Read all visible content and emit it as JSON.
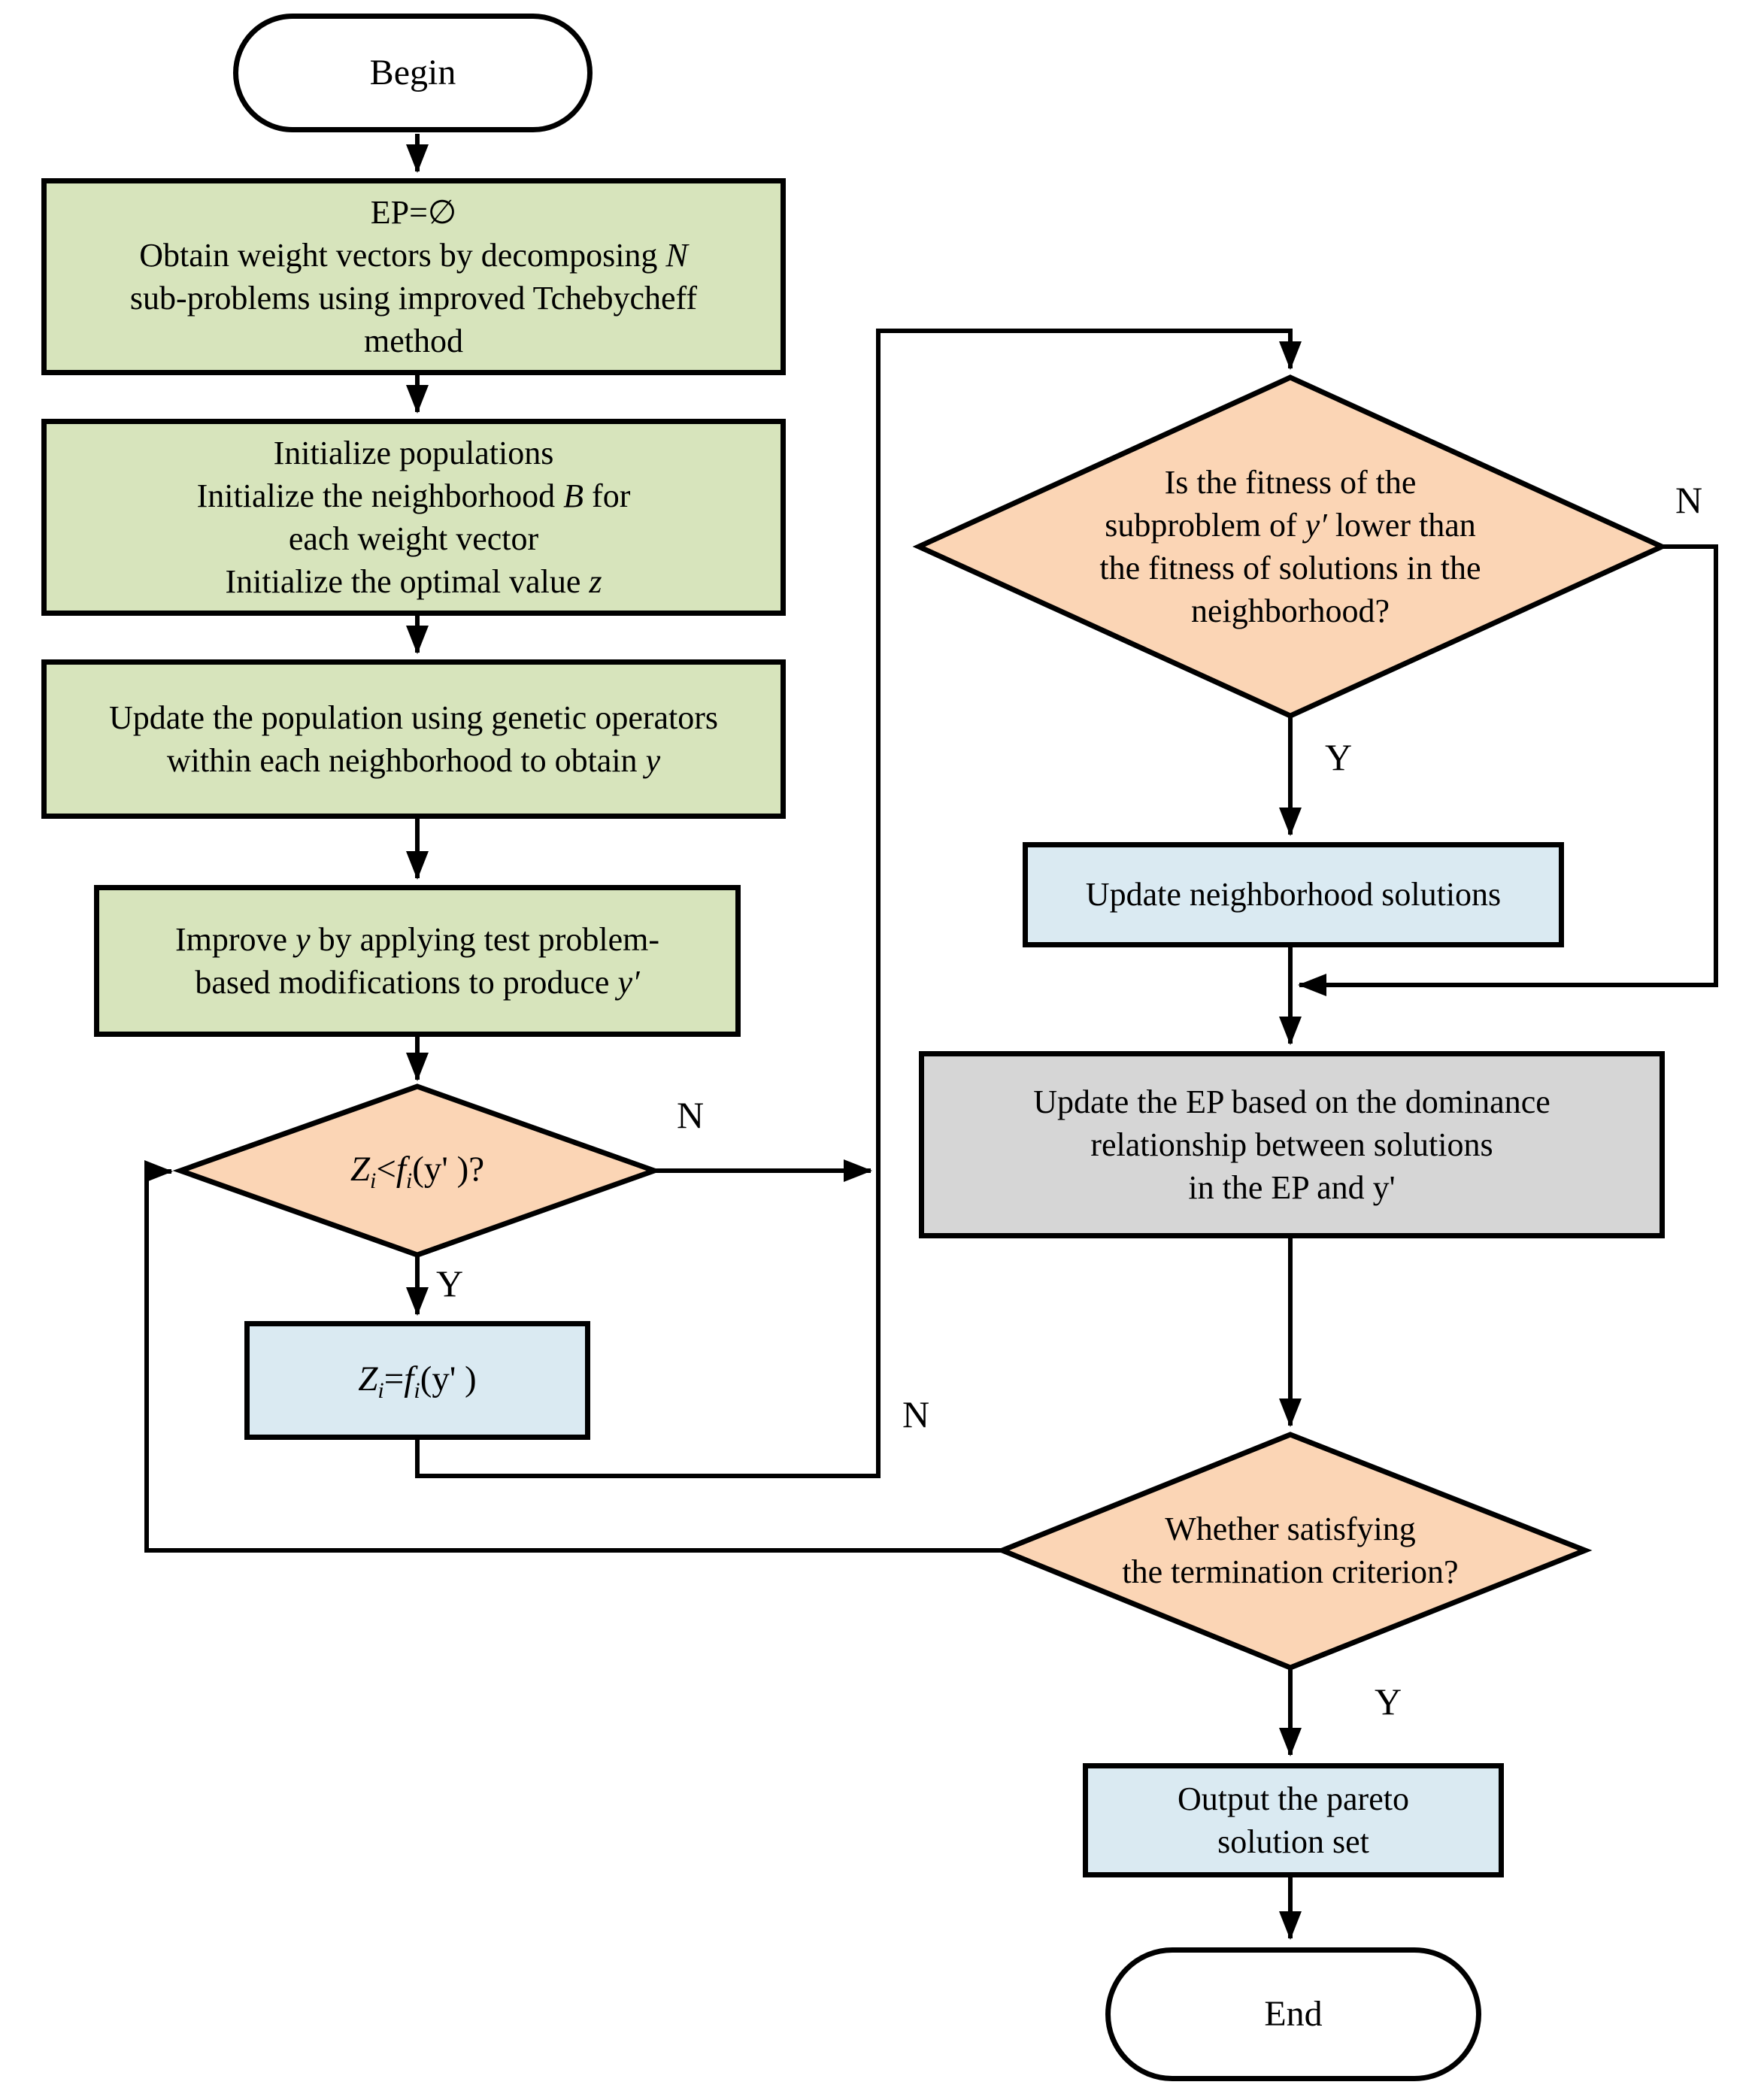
{
  "colors": {
    "process_fill": "#d7e4bc",
    "decision_fill": "#fbd5b5",
    "io_fill": "#daeaf2",
    "ep_fill": "#d6d6d6",
    "stroke": "#000000",
    "background": "#ffffff"
  },
  "nodes": {
    "begin": {
      "label": "Begin"
    },
    "init_ep": {
      "l1": "EP=∅",
      "l2_pre": "Obtain weight vectors by decomposing ",
      "l2_it": "N",
      "l3": "sub-problems using improved Tchebycheff",
      "l4": "method"
    },
    "init_pop": {
      "l1": "Initialize populations",
      "l2_pre": "Initialize the neighborhood ",
      "l2_it": "B",
      "l2_post": " for",
      "l3": "each weight vector",
      "l4_pre": "Initialize the optimal value ",
      "l4_it": "z"
    },
    "update_pop": {
      "l1": "Update the population using genetic operators",
      "l2_pre": "within each neighborhood to obtain ",
      "l2_it": "y"
    },
    "improve": {
      "l1_pre": "Improve ",
      "l1_it": "y",
      "l1_post": " by applying test problem-",
      "l2_pre": "based modifications to produce ",
      "l2_it": "y′"
    },
    "z_check": {
      "v1": "Z",
      "s1": "i",
      "op": "<",
      "v2": "f",
      "s2": "i",
      "tail": "(y' )?"
    },
    "z_assign": {
      "v1": "Z",
      "s1": "i",
      "op": "=",
      "v2": "f",
      "s2": "i",
      "tail": "(y' )"
    },
    "fitness_check": {
      "l1": "Is the fitness of the",
      "l2_pre": "subproblem of  ",
      "l2_it": "y′",
      "l2_post": " lower than",
      "l3": "the fitness of solutions in the",
      "l4": "neighborhood?"
    },
    "update_neighborhood": {
      "label": "Update neighborhood solutions"
    },
    "update_ep": {
      "l1": "Update the EP based on the dominance",
      "l2": "relationship between solutions",
      "l3": "in the EP and y'"
    },
    "termination_check": {
      "l1": "Whether satisfying",
      "l2": "the termination criterion?"
    },
    "output": {
      "l1": "Output the pareto",
      "l2": "solution set"
    },
    "end": {
      "label": "End"
    }
  },
  "edge_labels": {
    "z_check_no": "N",
    "z_check_yes": "Y",
    "fitness_no": "N",
    "fitness_yes": "Y",
    "termination_no": "N",
    "termination_yes": "Y"
  }
}
